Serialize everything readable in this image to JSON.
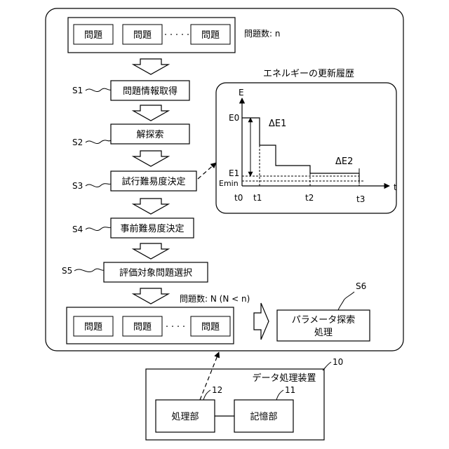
{
  "problems_top": {
    "boxes": [
      "問題",
      "問題",
      "問題"
    ],
    "dots": "・・・・・",
    "count_label": "問題数: n"
  },
  "steps": [
    {
      "label": "S1",
      "text": "問題情報取得"
    },
    {
      "label": "S2",
      "text": "解探索"
    },
    {
      "label": "S3",
      "text": "試行難易度決定"
    },
    {
      "label": "S4",
      "text": "事前難易度決定"
    },
    {
      "label": "S5",
      "text": "評価対象問題選択"
    }
  ],
  "problems_bottom": {
    "boxes": [
      "問題",
      "問題",
      "問題"
    ],
    "dots": "・・・・",
    "count_label": "問題数: N (N < n)"
  },
  "s6": {
    "label": "S6",
    "line1": "パラメータ探索",
    "line2": "処理"
  },
  "energy_panel": {
    "title": "エネルギーの更新履歴",
    "axis_e": "E",
    "axis_t": "t",
    "e0": "E0",
    "e1": "E1",
    "emin": "Emin",
    "delta_e1": "ΔE1",
    "delta_e2": "ΔE2",
    "t0": "t0",
    "t1": "t1",
    "t2": "t2",
    "t3": "t3"
  },
  "device": {
    "title": "データ処理装置",
    "ref": "10",
    "unit1_ref": "12",
    "unit1_text": "処理部",
    "unit2_ref": "11",
    "unit2_text": "記憶部"
  }
}
